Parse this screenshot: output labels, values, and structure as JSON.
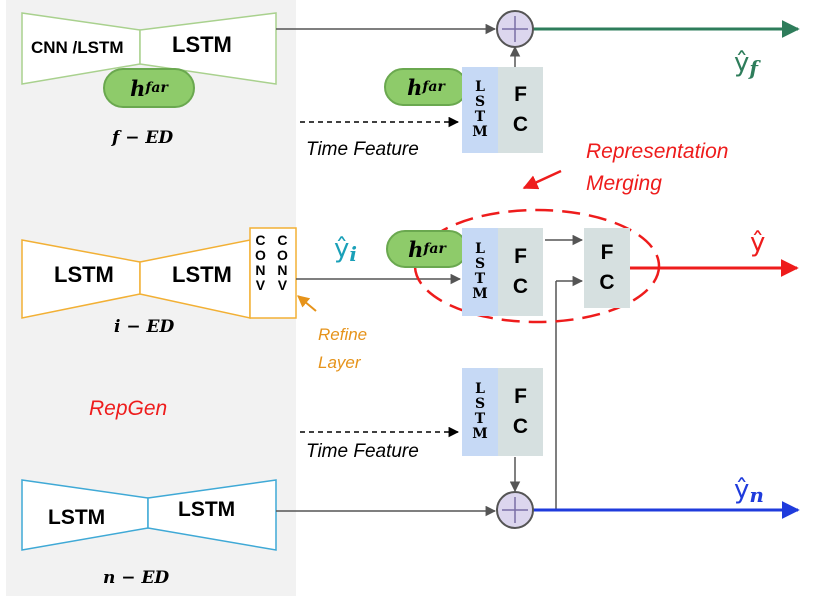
{
  "f_ed": {
    "left_label": "CNN /LSTM",
    "right_label": "LSTM",
    "hfar": "h",
    "hfar_sub": "far",
    "name": "f − ED"
  },
  "i_ed": {
    "left_label": "LSTM",
    "right_label": "LSTM",
    "conv_letters_1": [
      "C",
      "O",
      "N",
      "V"
    ],
    "conv_letters_2": [
      "C",
      "O",
      "N",
      "V"
    ],
    "name": "i − ED",
    "refine_label_1": "Refine",
    "refine_label_2": "Layer"
  },
  "n_ed": {
    "left_label": "LSTM",
    "right_label": "LSTM",
    "name": "n − ED"
  },
  "repgen_label": "RepGen",
  "top_block": {
    "hfar": "h",
    "hfar_sub": "far",
    "lstm_letters": [
      "L",
      "S",
      "T",
      "M"
    ],
    "fc_letters": [
      "F",
      "C"
    ],
    "time_feature": "Time Feature"
  },
  "mid_block": {
    "hfar": "h",
    "hfar_sub": "far",
    "lstm_letters": [
      "L",
      "S",
      "T",
      "M"
    ],
    "fc_letters": [
      "F",
      "C"
    ],
    "merge_fc_letters": [
      "F",
      "C"
    ]
  },
  "bottom_block": {
    "lstm_letters": [
      "L",
      "S",
      "T",
      "M"
    ],
    "fc_letters": [
      "F",
      "C"
    ],
    "time_feature": "Time Feature"
  },
  "merging_label_1": "Representation",
  "merging_label_2": "Merging",
  "outputs": {
    "yf": "ŷ",
    "yf_sub": "f",
    "yi": "ŷ",
    "yi_sub": "i",
    "y": "ŷ",
    "yn": "ŷ",
    "yn_sub": "n"
  },
  "colors": {
    "panel": "#f2f2f2",
    "f_ed_border": "#a9d18e",
    "i_ed_border": "#f2b035",
    "n_ed_border": "#3fa9d6",
    "hfar_pill": "#8ecb6a",
    "lstm_box": "#c6d9f5",
    "fc_box": "#d6e0e0",
    "adder": "#dcd6ee",
    "yf_arrow": "#2e7d5b",
    "y_arrow": "#ee1c1c",
    "yn_arrow": "#1f3bdc",
    "yi_text": "#1aa0b8",
    "refine_text": "#e6931a",
    "red_text": "#ee1c1c"
  }
}
